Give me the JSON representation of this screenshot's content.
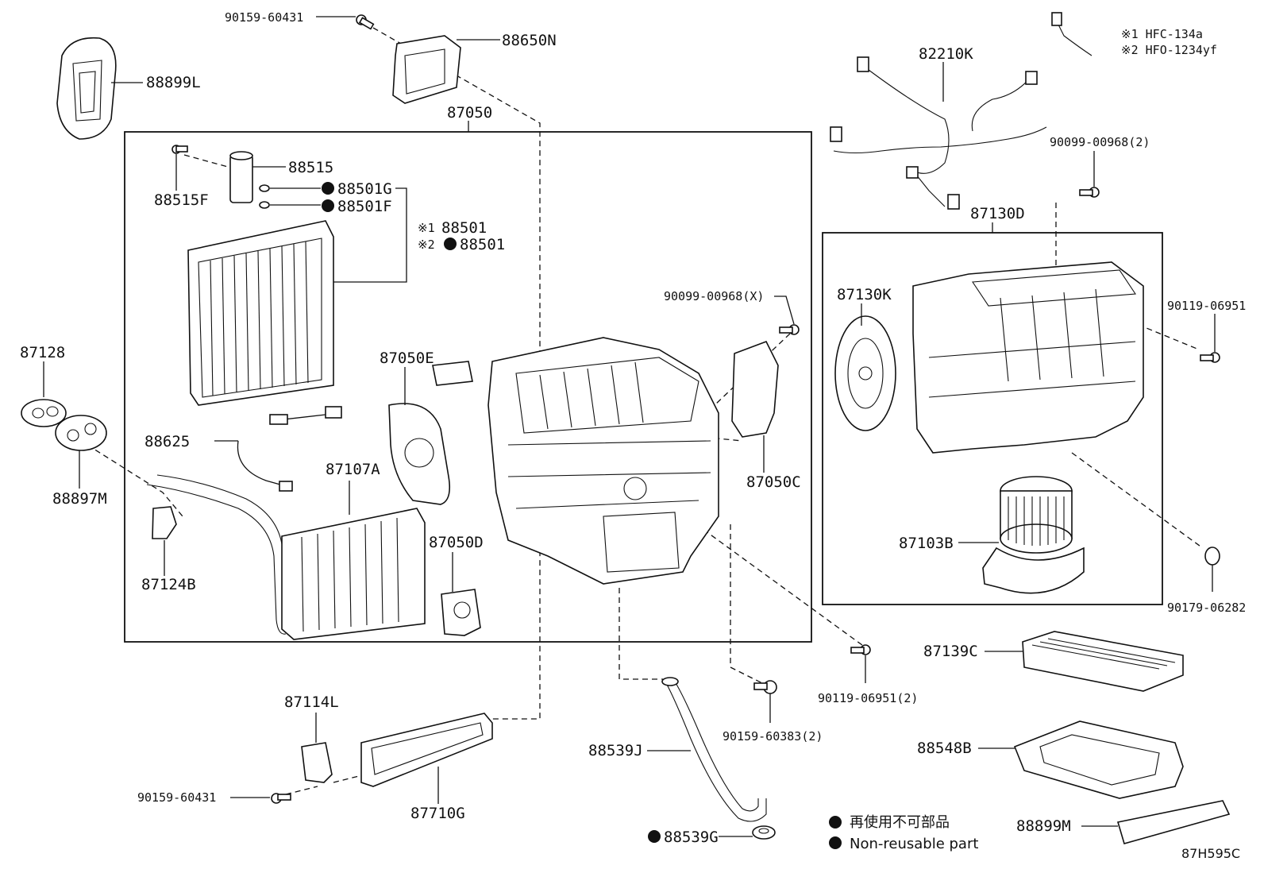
{
  "labels": {
    "p90159_60431_top": "90159-60431",
    "p88650N": "88650N",
    "p88899L": "88899L",
    "p87050": "87050",
    "p88515": "88515",
    "p88515F": "88515F",
    "p88501G": "88501G",
    "p88501F": "88501F",
    "p88501_1": "88501",
    "p88501_2": "88501",
    "p87128": "87128",
    "p88897M": "88897M",
    "p88625": "88625",
    "p87107A": "87107A",
    "p87124B": "87124B",
    "p87050E": "87050E",
    "p87050D": "87050D",
    "p87050C": "87050C",
    "p90099_00968X": "90099-00968(X)",
    "p82210K": "82210K",
    "p90099_00968_2": "90099-00968(2)",
    "p87130D": "87130D",
    "p87130K": "87130K",
    "p90119_06951_right": "90119-06951",
    "p87103B": "87103B",
    "p90179_06282": "90179-06282",
    "p87139C": "87139C",
    "p90119_06951_2": "90119-06951(2)",
    "p90159_60383_2": "90159-60383(2)",
    "p87114L": "87114L",
    "p90159_60431_bottom": "90159-60431",
    "p87710G": "87710G",
    "p88539J": "88539J",
    "p88539G": "88539G",
    "p88548B": "88548B",
    "p88899M": "88899M"
  },
  "refrigerant_notes": {
    "mark1": "※1",
    "mark2": "※2",
    "note1": "※1 HFC-134a",
    "note2": "※2 HFO-1234yf"
  },
  "legend": {
    "jp": "再使用不可部品",
    "en": "Non-reusable part"
  },
  "diagram_code": "87H595C"
}
